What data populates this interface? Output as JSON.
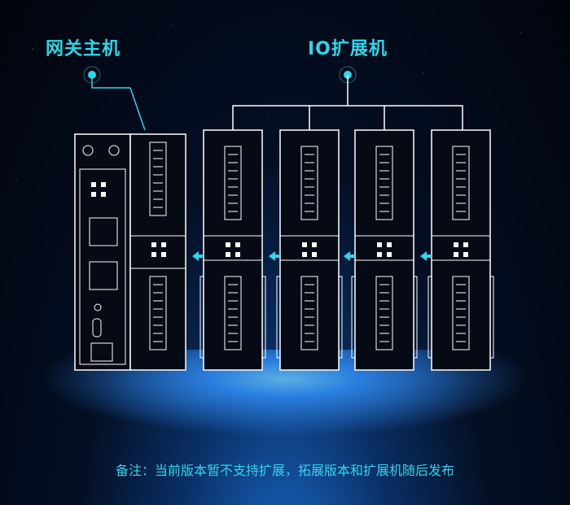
{
  "labels": {
    "gateway": "网关主机",
    "io": "IO扩展机"
  },
  "note": "备注：当前版本暂不支持扩展，拓展版本和扩展机随后发布",
  "colors": {
    "accent": "#2fd6e6",
    "line": "#ffffff"
  },
  "diagram": {
    "modules": [
      "gateway-host",
      "io-module-1",
      "io-module-2",
      "io-module-3",
      "io-module-4"
    ],
    "arrows_direction": "left"
  }
}
